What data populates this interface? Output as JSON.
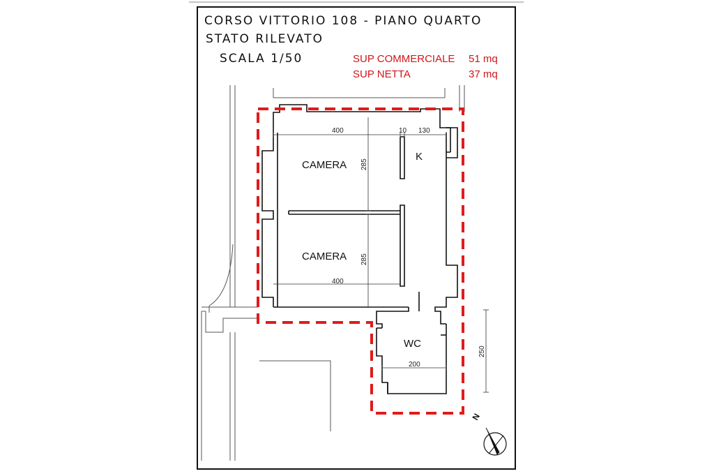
{
  "header": {
    "address": "CORSO VITTORIO 108 - PIANO QUARTO",
    "status": "STATO RILEVATO",
    "scale": "SCALA 1/50"
  },
  "surfaces": {
    "commercial_label": "SUP COMMERCIALE",
    "commercial_value": "51 mq",
    "net_label": "SUP NETTA",
    "net_value": "37 mq"
  },
  "rooms": {
    "camera_1": "CAMERA",
    "camera_2": "CAMERA",
    "kitchen": "K",
    "bathroom": "WC"
  },
  "dimensions": {
    "top_width": "400",
    "wall_thickness": "10",
    "kitchen_width": "130",
    "room1_height": "285",
    "room2_height": "285",
    "room2_width": "400",
    "wc_width": "200",
    "wc_height": "250"
  },
  "compass": {
    "north_label": "N"
  },
  "colors": {
    "boundary": "#e01b1b",
    "walls": "#111111"
  }
}
